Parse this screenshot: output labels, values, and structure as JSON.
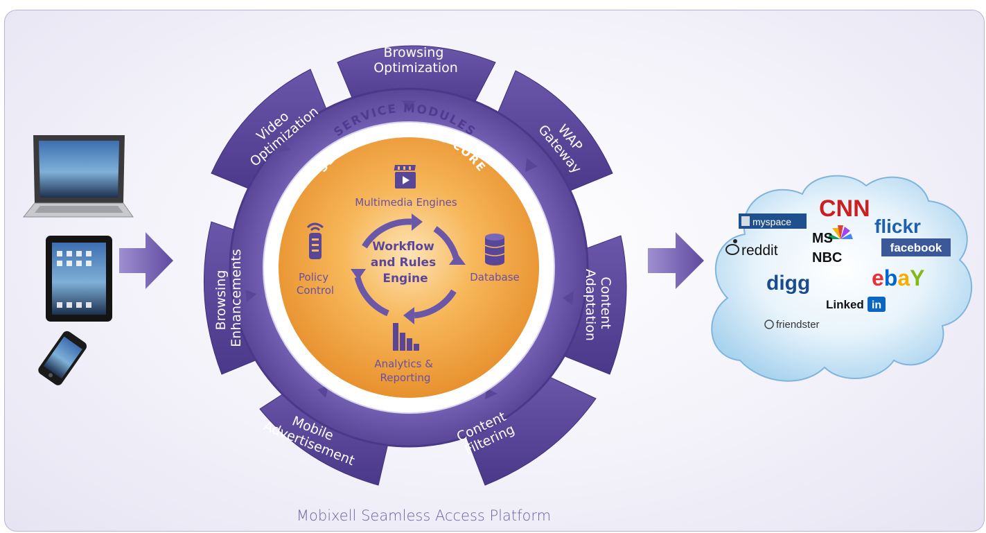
{
  "caption": "Mobixell Seamless Access Platform",
  "ring": {
    "outer_label": "SERVICE MODULES",
    "inner_label": "SEAMLESS ACCESS CORE"
  },
  "modules": {
    "browsing_optimization": [
      "Browsing",
      "Optimization"
    ],
    "wap_gateway": [
      "WAP",
      "Gateway"
    ],
    "content_adaptation": [
      "Content",
      "Adaptation"
    ],
    "content_filtering": [
      "Content",
      "Filtering"
    ],
    "mobile_advertisement": [
      "Mobile",
      "Advertisement"
    ],
    "browsing_enhancements": [
      "Browsing",
      "Enhancements"
    ],
    "video_optimization": [
      "Video",
      "Optimization"
    ]
  },
  "core": {
    "workflow": [
      "Workflow",
      "and Rules",
      "Engine"
    ],
    "multimedia": "Multimedia Engines",
    "policy": [
      "Policy",
      "Control"
    ],
    "database": "Database",
    "analytics": [
      "Analytics &",
      "Reporting"
    ]
  },
  "cloud_brands": {
    "myspace": "myspace",
    "cnn": "CNN",
    "flickr": "flickr",
    "reddit": "reddit",
    "msnbc": [
      "MS",
      "NBC"
    ],
    "facebook": "facebook",
    "digg": "digg",
    "ebay": [
      "e",
      "b",
      "a",
      "Y"
    ],
    "linkedin": [
      "Linked",
      "in"
    ],
    "friendster": "friendster"
  },
  "colors": {
    "purple_dark": "#4f3b8f",
    "purple_mid": "#6a57a8",
    "orange": "#f2a23a",
    "core_text": "#6a4fa0",
    "caption": "#6e5fa6"
  },
  "icons": [
    "laptop-icon",
    "tablet-icon",
    "smartphone-icon",
    "clapperboard-icon",
    "router-icon",
    "database-icon",
    "bar-chart-icon",
    "arrow-right-icon"
  ]
}
